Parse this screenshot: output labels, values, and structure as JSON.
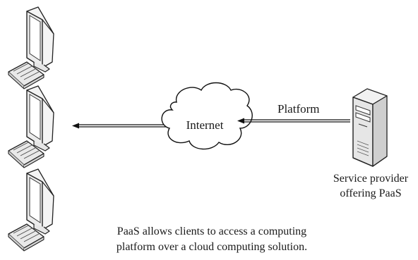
{
  "diagram": {
    "cloud_label": "Internet",
    "arrow_label": "Platform",
    "provider_label": {
      "line1": "Service provider",
      "line2": "offering PaaS"
    },
    "caption": {
      "line1": "PaaS allows clients to access a computing",
      "line2": "platform over a cloud computing solution."
    },
    "client_count": 3,
    "icons": [
      "client-computer-icon",
      "cloud-icon",
      "server-icon",
      "arrow-icon"
    ]
  }
}
